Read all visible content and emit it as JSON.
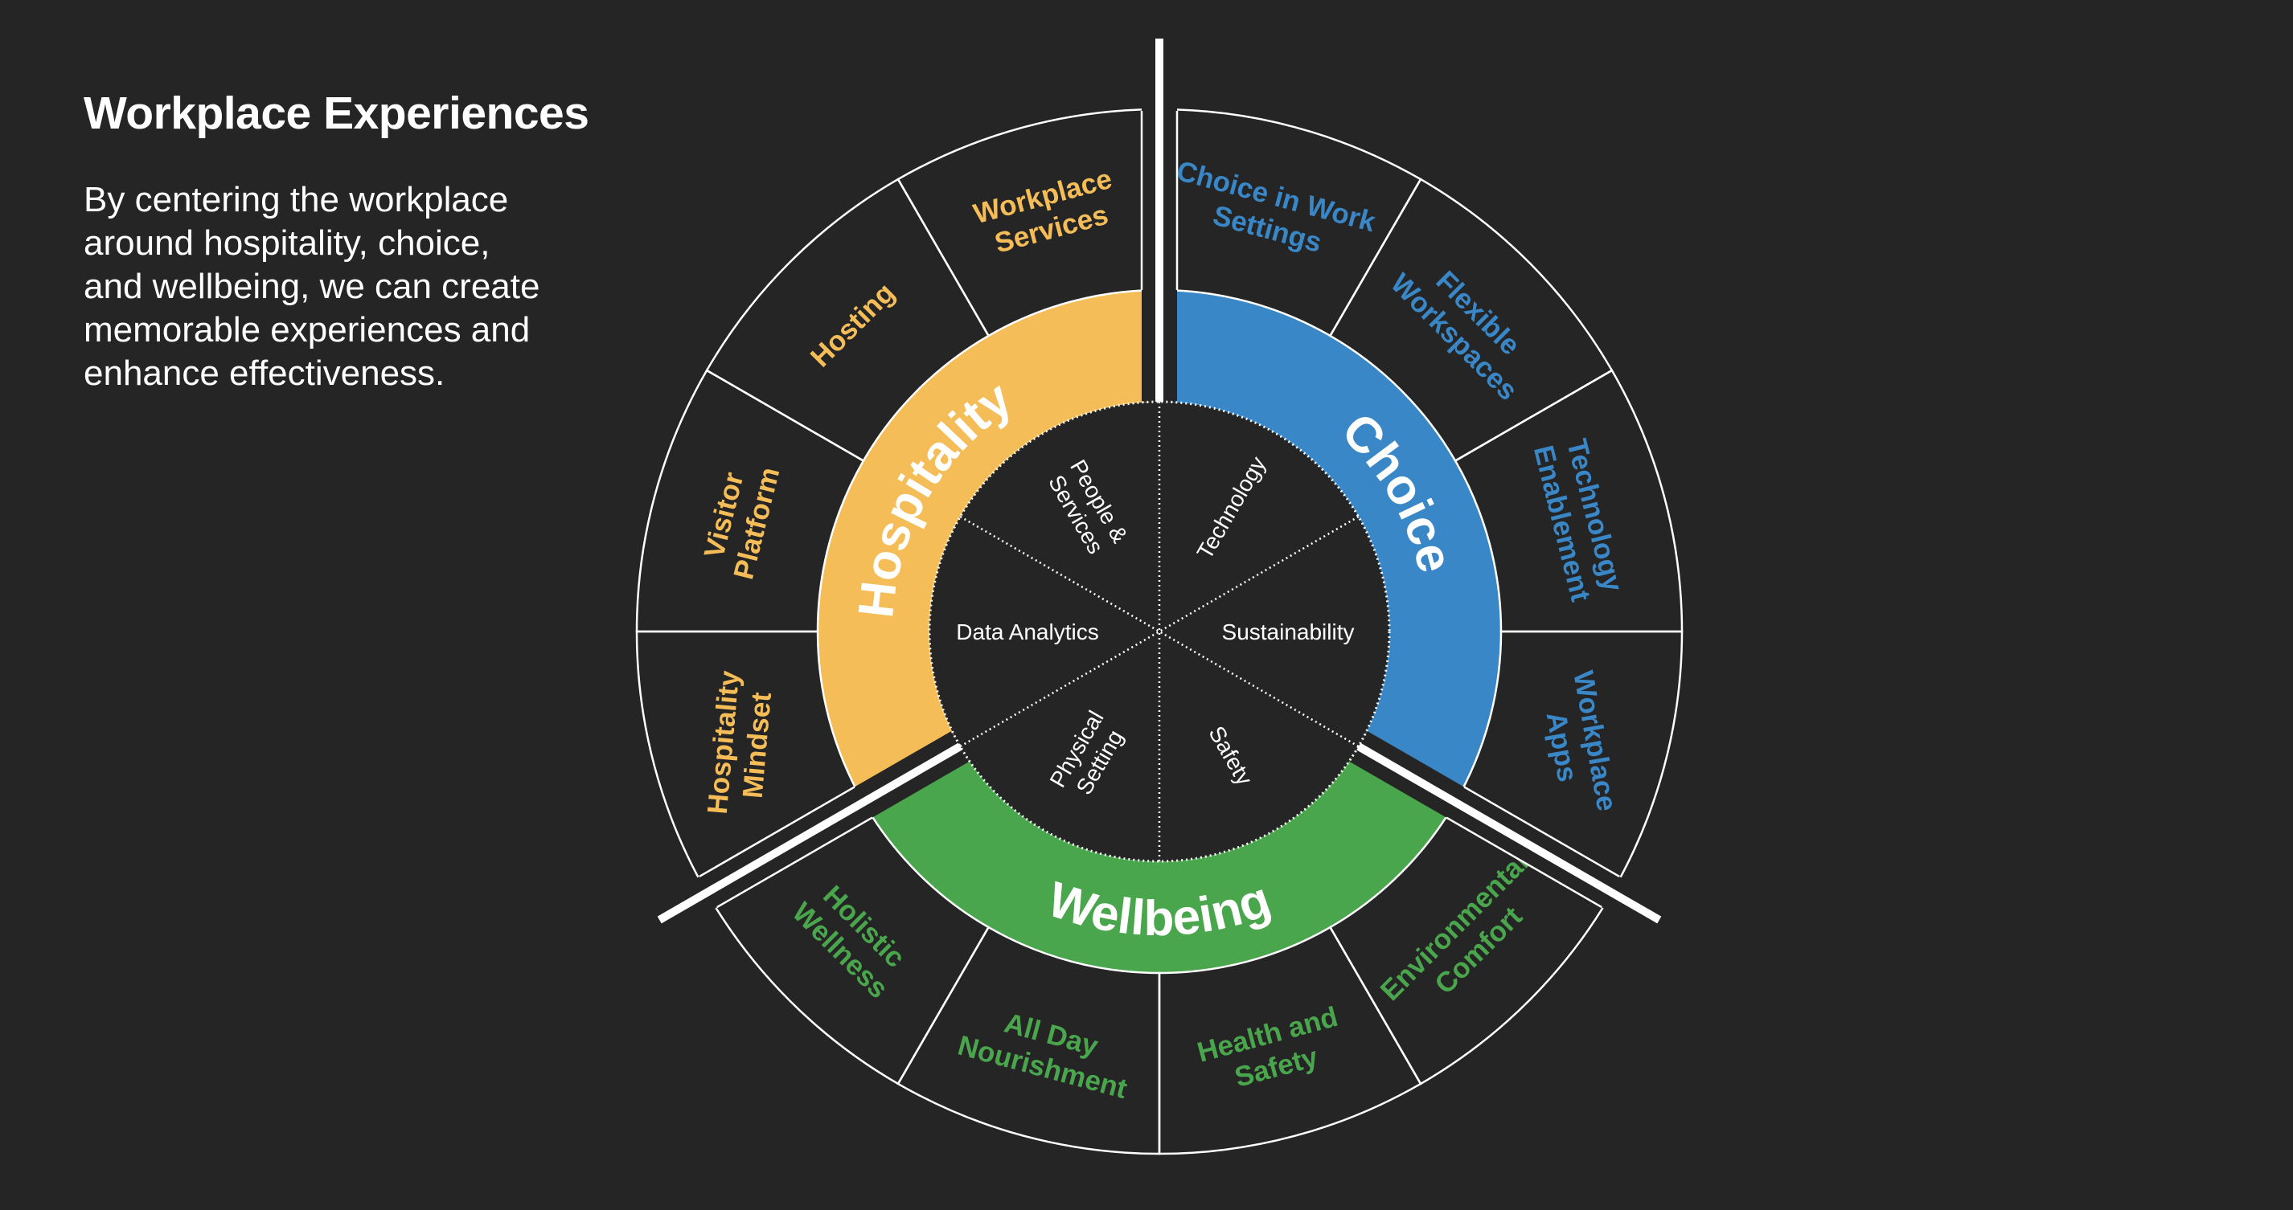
{
  "title": "Workplace Experiences",
  "description_lines": [
    "By centering the workplace",
    "around hospitality, choice,",
    "and wellbeing, we can create",
    "memorable experiences and",
    "enhance effectiveness."
  ],
  "colors": {
    "background": "#252525",
    "hospitality": "#F5BD57",
    "choice": "#3A87C8",
    "wellbeing": "#4AA64C",
    "lines": "#FFFFFF"
  },
  "pillars": [
    {
      "name": "Hospitality",
      "color_key": "hospitality",
      "capabilities": [
        {
          "lines": [
            "Workplace",
            "Services"
          ]
        },
        {
          "lines": [
            "Hosting"
          ]
        },
        {
          "lines": [
            "Visitor",
            "Platform"
          ]
        },
        {
          "lines": [
            "Hospitality",
            "Mindset"
          ]
        }
      ]
    },
    {
      "name": "Choice",
      "color_key": "choice",
      "capabilities": [
        {
          "lines": [
            "Choice in Work",
            "Settings"
          ]
        },
        {
          "lines": [
            "Flexible",
            "Workspaces"
          ]
        },
        {
          "lines": [
            "Technology",
            "Enablement"
          ]
        },
        {
          "lines": [
            "Workplace",
            "Apps"
          ]
        }
      ]
    },
    {
      "name": "Wellbeing",
      "color_key": "wellbeing",
      "capabilities": [
        {
          "lines": [
            "Holistic",
            "Wellness"
          ]
        },
        {
          "lines": [
            "All Day",
            "Nourishment"
          ]
        },
        {
          "lines": [
            "Health and",
            "Safety"
          ]
        },
        {
          "lines": [
            "Environmental",
            "Comfort"
          ]
        }
      ]
    }
  ],
  "core": [
    {
      "lines": [
        "People &",
        "Services"
      ]
    },
    {
      "lines": [
        "Technology"
      ]
    },
    {
      "lines": [
        "Sustainability"
      ]
    },
    {
      "lines": [
        "Safety"
      ]
    },
    {
      "lines": [
        "Physical",
        "Setting"
      ]
    },
    {
      "lines": [
        "Data Analytics"
      ]
    }
  ]
}
